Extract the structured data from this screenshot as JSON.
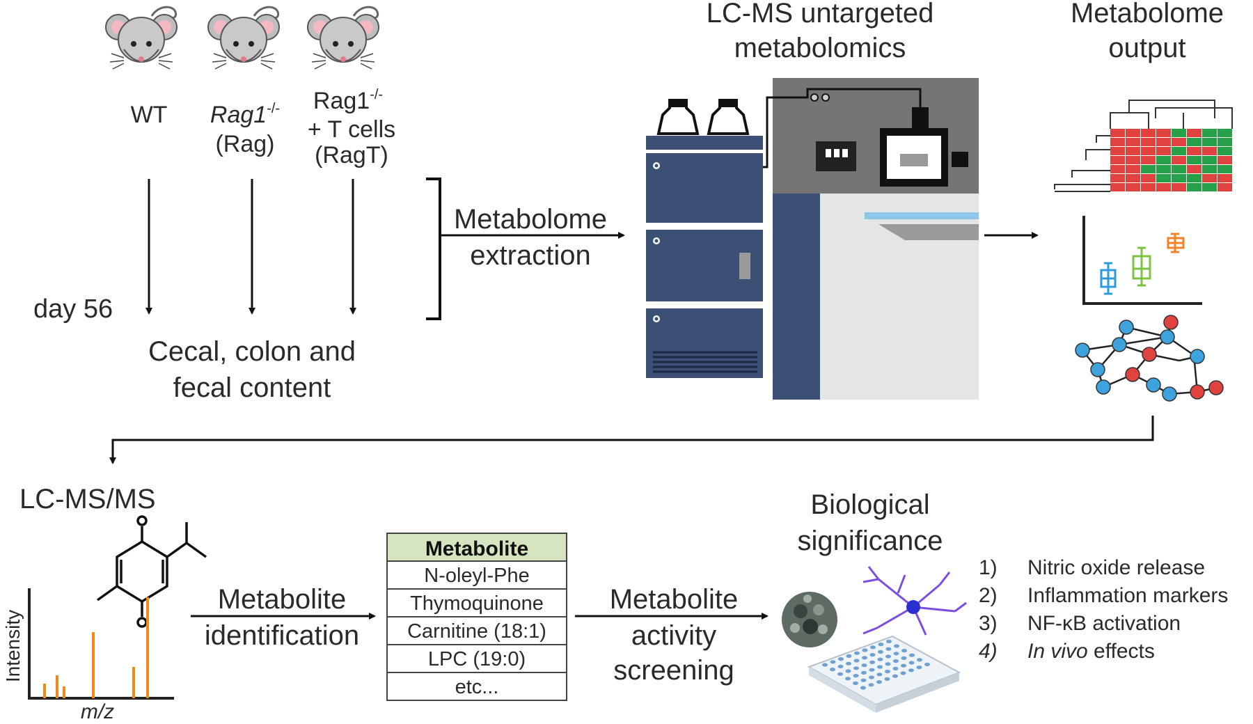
{
  "groups": [
    {
      "label": "WT",
      "label_italic": "",
      "superscript": "",
      "sub1": "",
      "sub2": ""
    },
    {
      "label": "",
      "label_italic": "Rag1",
      "superscript": "-/-",
      "sub1": "(Rag)",
      "sub2": ""
    },
    {
      "label": "Rag1",
      "label_italic": "",
      "superscript": "-/-",
      "sub1": "+ T cells",
      "sub2": "(RagT)"
    }
  ],
  "timepoint": "day 56",
  "sample": {
    "line1": "Cecal, colon and",
    "line2": "fecal content"
  },
  "step1": {
    "line1": "Metabolome",
    "line2": "extraction"
  },
  "lcms": {
    "line1": "LC-MS untargeted",
    "line2": "metabolomics"
  },
  "output": {
    "line1": "Metabolome",
    "line2": "output"
  },
  "msms": {
    "title": "LC-MS/MS",
    "ylabel": "Intensity",
    "xlabel": "m/z"
  },
  "step2": {
    "line1": "Metabolite",
    "line2": "identification"
  },
  "table": {
    "header": "Metabolite",
    "rows": [
      "N-oleyl-Phe",
      "Thymoquinone",
      "Carnitine (18:1)",
      "LPC (19:0)",
      "etc..."
    ]
  },
  "step3": {
    "line1": "Metabolite",
    "line2": "activity",
    "line3": "screening"
  },
  "bio": {
    "line1": "Biological",
    "line2": "significance"
  },
  "readouts": [
    {
      "num": "1)",
      "text": "Nitric oxide release",
      "italic_prefix": ""
    },
    {
      "num": "2)",
      "text": "Inflammation markers",
      "italic_prefix": ""
    },
    {
      "num": "3)",
      "text": "NF-κB activation",
      "italic_prefix": ""
    },
    {
      "num": "4)",
      "text": " effects",
      "italic_prefix": "In vivo"
    }
  ],
  "colors": {
    "heat_red": "#e0433f",
    "heat_green": "#27a04a",
    "ms_peak": "#f08a1e",
    "table_header": "#d6e4bf",
    "instrument_blue": "#3c4f74",
    "instrument_gray": "#757575",
    "box_blue": "#2d9bd8",
    "box_green": "#7dc242",
    "box_orange": "#f0832a"
  }
}
